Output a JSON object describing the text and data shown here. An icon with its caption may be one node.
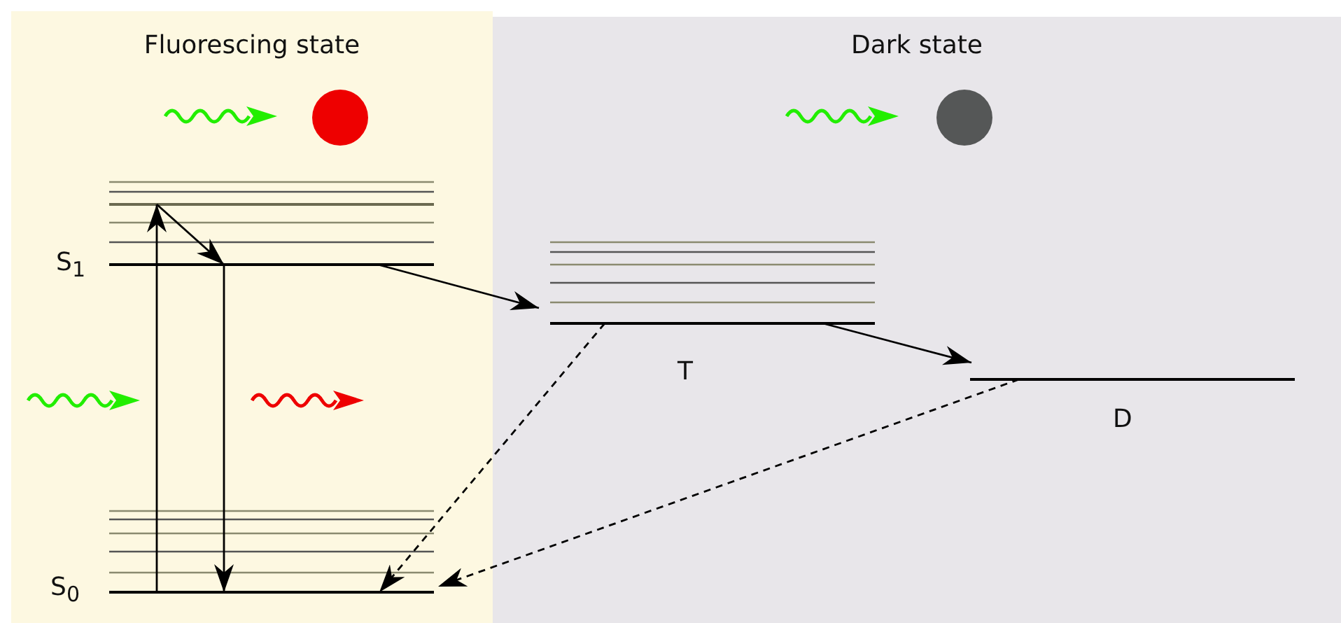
{
  "diagram": {
    "nodes": [
      {
        "text": [
          "Fluorescing state"
        ]
      },
      {
        "text": [
          "Dark state"
        ]
      },
      {
        "text": [],
        "shape": "bar",
        "in": 0
      },
      {
        "text": [
          "S$_{1}$"
        ],
        "in": 0
      },
      {
        "text": [
          "S$_{0}$"
        ],
        "in": 0
      },
      {
        "text": [
          "T"
        ],
        "in": 1
      },
      {
        "text": [
          "D"
        ],
        "in": 1
      }
    ],
    "edges": [
      {
        "from": 4,
        "to": 2,
        "arrow": "to"
      },
      {
        "from": 2,
        "to": 3,
        "arrow": "to"
      },
      {
        "from": 3,
        "to": 4,
        "arrow": "to"
      },
      {
        "from": 3,
        "to": 5,
        "arrow": "to"
      },
      {
        "from": 5,
        "to": 6,
        "arrow": "to"
      },
      {
        "from": 5,
        "to": 4,
        "arrow": "to",
        "style": "dashed"
      },
      {
        "from": 6,
        "to": 4,
        "arrow": "to",
        "style": "dashed"
      }
    ]
  }
}
